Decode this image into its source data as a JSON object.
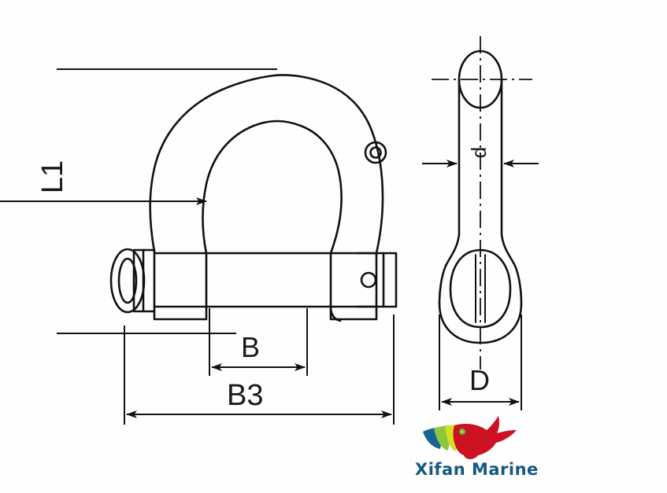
{
  "drawing": {
    "title": "Bow shackle technical drawing",
    "line_color": "#111111",
    "background_color": "#fefefe",
    "views": [
      {
        "name": "front-view",
        "description": "Bow shackle front elevation with screw pin"
      },
      {
        "name": "side-view",
        "description": "Bow shackle side elevation"
      }
    ]
  },
  "dimensions": {
    "L1": {
      "label": "L1",
      "view": "front-view",
      "orientation": "vertical"
    },
    "B": {
      "label": "B",
      "view": "front-view",
      "orientation": "horizontal"
    },
    "B3": {
      "label": "B3",
      "view": "front-view",
      "orientation": "horizontal"
    },
    "d": {
      "label": "d",
      "view": "side-view",
      "orientation": "horizontal"
    },
    "D": {
      "label": "D",
      "view": "side-view",
      "orientation": "horizontal"
    }
  },
  "logo": {
    "brand": "Xifan Marine",
    "mark": "whale-logo",
    "body_color": "#cc1122",
    "stripe_blue": "#1a6396",
    "stripe_green": "#8cc63f",
    "stripe_yellow": "#d7df23",
    "eye_color": "#6aa84f",
    "text_color": "#12587f"
  }
}
